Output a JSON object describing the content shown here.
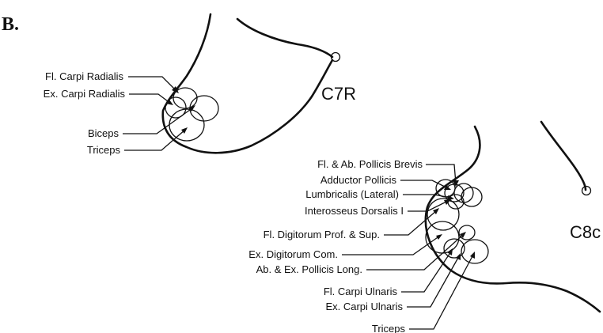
{
  "panel_label": "B.",
  "c7": {
    "label": "C7R",
    "muscles": [
      "Fl. Carpi Radialis",
      "Ex. Carpi Radialis",
      "Biceps",
      "Triceps"
    ]
  },
  "c8": {
    "label": "C8c",
    "muscles": [
      "Fl. & Ab. Pollicis Brevis",
      "Adductor Pollicis",
      "Lumbricalis (Lateral)",
      "Interosseus Dorsalis I",
      "Fl. Digitorum Prof. & Sup.",
      "Ex. Digitorum Com.",
      "Ab. & Ex. Pollicis Long.",
      "Fl. Carpi Ulnaris",
      "Ex. Carpi Ulnaris",
      "Triceps"
    ]
  }
}
